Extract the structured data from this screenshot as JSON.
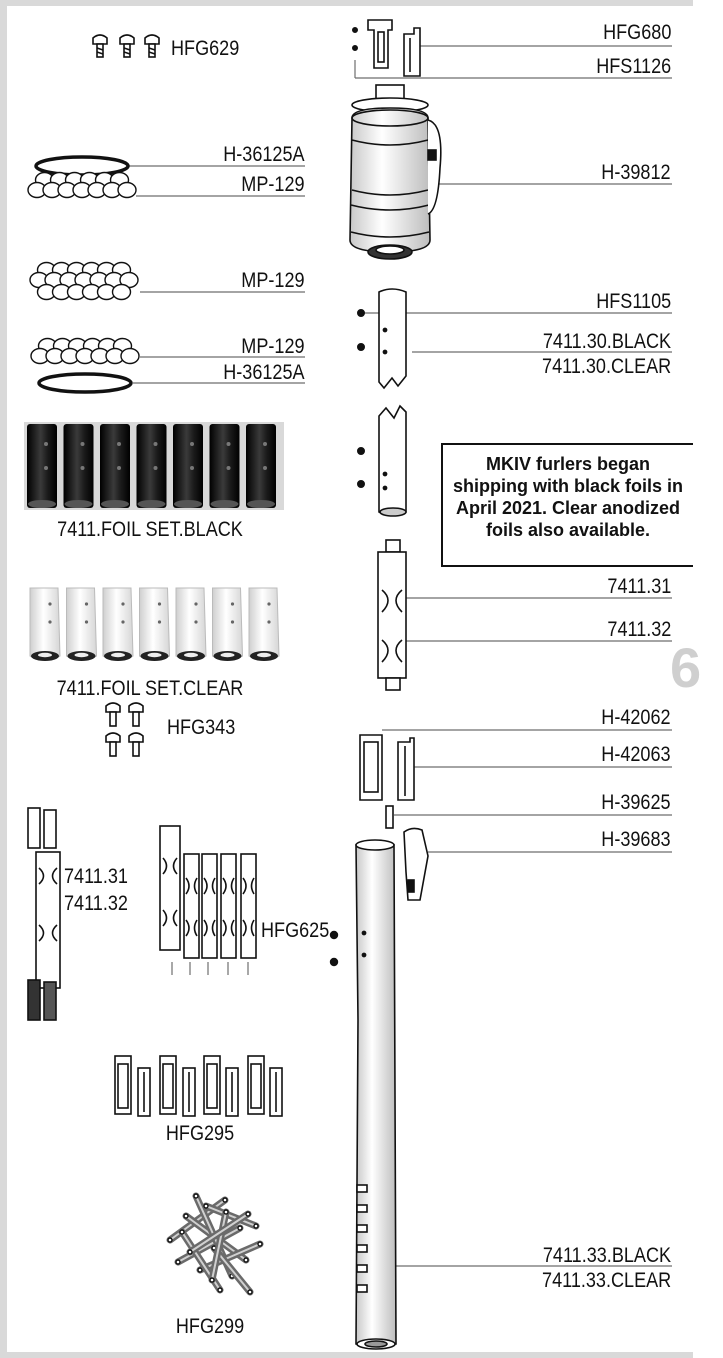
{
  "labels": {
    "hfg629": "HFG629",
    "hfg680": "HFG680",
    "hfs1126": "HFS1126",
    "h36125a_top": "H-36125A",
    "mp129_a": "MP-129",
    "h39812": "H-39812",
    "mp129_b": "MP-129",
    "hfs1105": "HFS1105",
    "mp129_c": "MP-129",
    "h36125a_bottom": "H-36125A",
    "foil_30_black": "7411.30.BLACK",
    "foil_30_clear": "7411.30.CLEAR",
    "foil_set_black": "7411.FOIL SET.BLACK",
    "foil_set_clear": "7411.FOIL SET.CLEAR",
    "part_7411_31": "7411.31",
    "part_7411_32": "7411.32",
    "hfg343": "HFG343",
    "h42062": "H-42062",
    "h42063": "H-42063",
    "h39625": "H-39625",
    "h39683": "H-39683",
    "kit_7411_31": "7411.31",
    "kit_7411_32": "7411.32",
    "hfg625": "HFG625",
    "hfg295": "HFG295",
    "hfg299": "HFG299",
    "tube_33_black": "7411.33.BLACK",
    "tube_33_clear": "7411.33.CLEAR"
  },
  "callout": {
    "line1": "MKIV furlers began",
    "line2": "shipping with black foils in",
    "line3": "April 2021. Clear anodized",
    "line4": "foils also available."
  },
  "page_number": "6",
  "colors": {
    "frame": "#d9d9d9",
    "ink": "#111111",
    "leader": "#6e6e6e",
    "black_foil": "#1b1b1b",
    "clear_foil": "#ececec"
  }
}
